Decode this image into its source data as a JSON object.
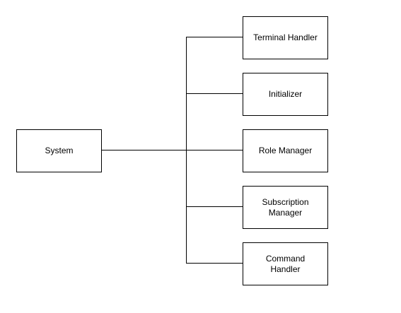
{
  "diagram": {
    "root": {
      "label": "System"
    },
    "children": [
      {
        "label": "Terminal Handler"
      },
      {
        "label": "Initializer"
      },
      {
        "label": "Role Manager"
      },
      {
        "label": "Subscription\nManager"
      },
      {
        "label": "Command\nHandler"
      }
    ]
  }
}
